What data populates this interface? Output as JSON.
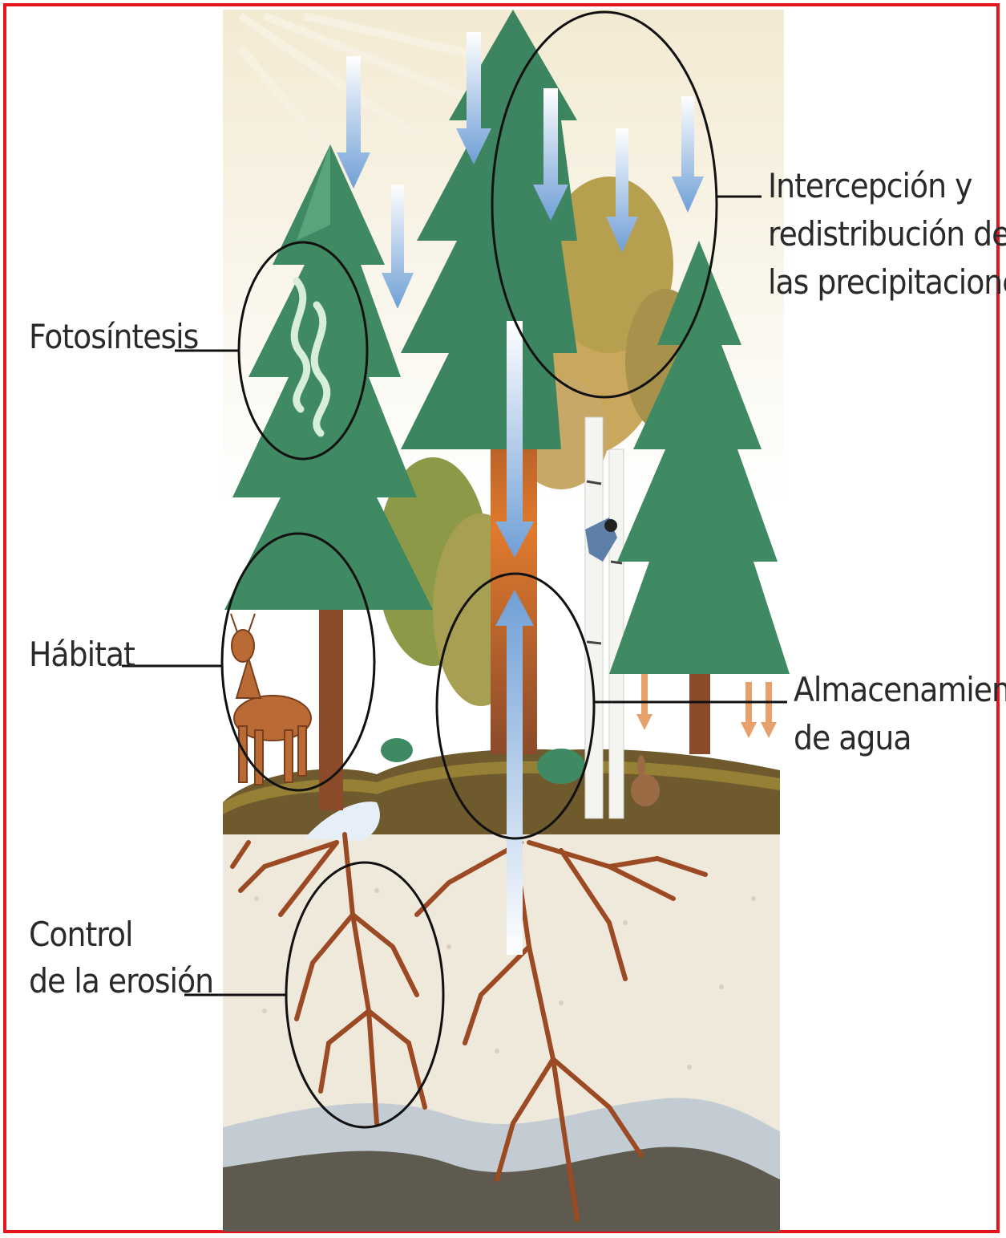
{
  "labels": {
    "fotosintesis": "Fotosíntesis",
    "habitat": "Hábitat",
    "control_line1": "Control",
    "control_line2": "de la erosión",
    "intercepcion_line1": "Intercepción y",
    "intercepcion_line2": "redistribución de",
    "intercepcion_line3": "las precipitaciones",
    "almacenamiento_line1": "Almacenamiento",
    "almacenamiento_line2": "de agua"
  },
  "colors": {
    "frame_border": "#e4161b",
    "pine_green": "#3f8a63",
    "trunk_brown": "#8b4a2a",
    "root_brown": "#9b4a24",
    "water_arrow_blue": "#7aa6d8",
    "soil_beige": "#efe9dc",
    "bedrock_gray": "#5e5a50"
  },
  "icons": [
    "sun-rays",
    "water-arrow-icon",
    "deer-icon",
    "bird-icon",
    "rabbit-icon"
  ]
}
